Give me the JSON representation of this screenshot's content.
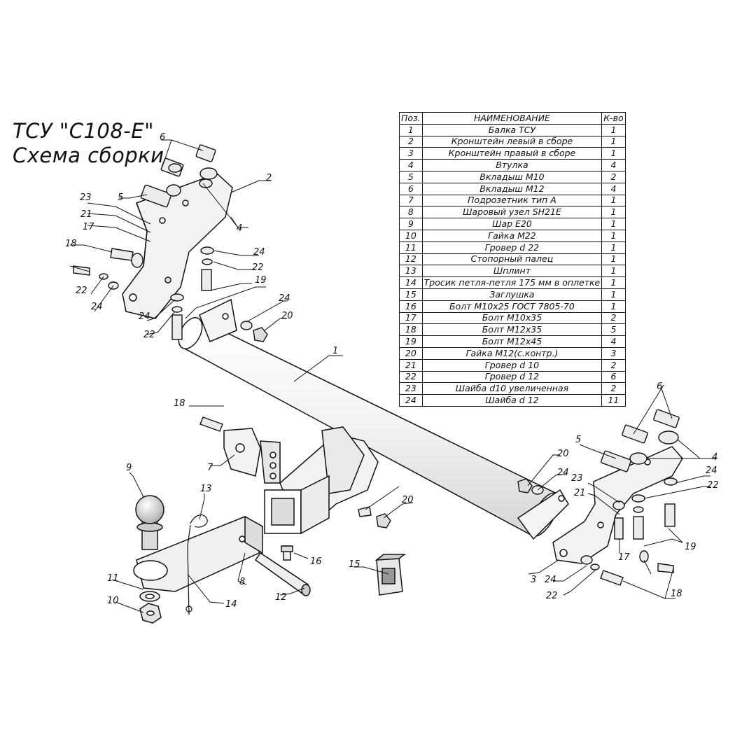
{
  "title": {
    "line1": "ТСУ \"С108-Е\"",
    "line2": "Схема сборки"
  },
  "parts_table": {
    "headers": [
      "Поз.",
      "НАИМЕНОВАНИЕ",
      "К-во"
    ],
    "rows": [
      {
        "pos": "1",
        "name": "Балка ТСУ",
        "qty": "1"
      },
      {
        "pos": "2",
        "name": "Кронштейн левый в сборе",
        "qty": "1"
      },
      {
        "pos": "3",
        "name": "Кронштейн правый в сборе",
        "qty": "1"
      },
      {
        "pos": "4",
        "name": "Втулка",
        "qty": "4"
      },
      {
        "pos": "5",
        "name": "Вкладыш М10",
        "qty": "2"
      },
      {
        "pos": "6",
        "name": "Вкладыш М12",
        "qty": "4"
      },
      {
        "pos": "7",
        "name": "Подрозетник тип А",
        "qty": "1"
      },
      {
        "pos": "8",
        "name": "Шаровый узел SH21E",
        "qty": "1"
      },
      {
        "pos": "9",
        "name": "Шар Е20",
        "qty": "1"
      },
      {
        "pos": "10",
        "name": "Гайка М22",
        "qty": "1"
      },
      {
        "pos": "11",
        "name": "Гровер d 22",
        "qty": "1"
      },
      {
        "pos": "12",
        "name": "Стопорный палец",
        "qty": "1"
      },
      {
        "pos": "13",
        "name": "Шплинт",
        "qty": "1"
      },
      {
        "pos": "14",
        "name": "Тросик петля-петля 175 мм в оплетке",
        "qty": "1"
      },
      {
        "pos": "15",
        "name": "Заглушка",
        "qty": "1"
      },
      {
        "pos": "16",
        "name": "Болт М10х25 ГОСТ 7805-70",
        "qty": "1"
      },
      {
        "pos": "17",
        "name": "Болт М10х35",
        "qty": "2"
      },
      {
        "pos": "18",
        "name": "Болт М12х35",
        "qty": "5"
      },
      {
        "pos": "19",
        "name": "Болт М12х45",
        "qty": "4"
      },
      {
        "pos": "20",
        "name": "Гайка М12(с.контр.)",
        "qty": "3"
      },
      {
        "pos": "21",
        "name": "Гровер d 10",
        "qty": "2"
      },
      {
        "pos": "22",
        "name": "Гровер d 12",
        "qty": "6"
      },
      {
        "pos": "23",
        "name": "Шайба d10 увеличенная",
        "qty": "2"
      },
      {
        "pos": "24",
        "name": "Шайба d 12",
        "qty": "11"
      }
    ]
  },
  "callouts": [
    "1",
    "2",
    "3",
    "4",
    "4",
    "5",
    "5",
    "6",
    "6",
    "7",
    "8",
    "9",
    "10",
    "11",
    "12",
    "13",
    "14",
    "15",
    "16",
    "17",
    "17",
    "18",
    "18",
    "18",
    "19",
    "19",
    "20",
    "20",
    "20",
    "21",
    "21",
    "22",
    "22",
    "22",
    "22",
    "22",
    "23",
    "23",
    "24",
    "24",
    "24",
    "24",
    "24",
    "24",
    "24"
  ]
}
